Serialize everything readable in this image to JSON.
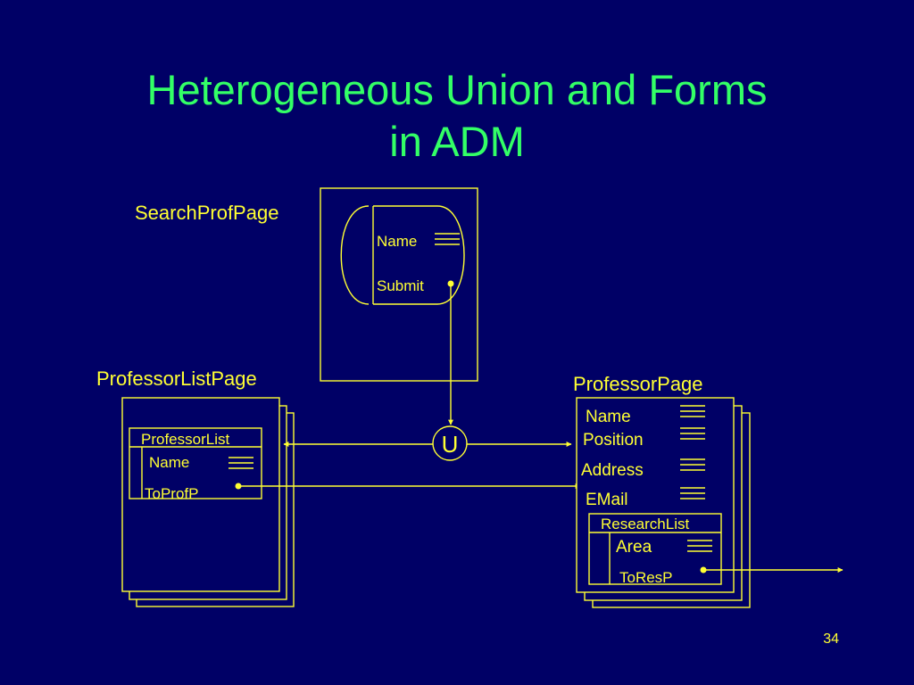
{
  "slide": {
    "title_line1": "Heterogeneous Union and Forms",
    "title_line2": "in ADM",
    "page_number": "34"
  },
  "colors": {
    "background": "#000066",
    "title": "#33ff66",
    "diagram": "#ffff33"
  },
  "diagram": {
    "search_page": {
      "label": "SearchProfPage",
      "fields": [
        "Name",
        "Submit"
      ]
    },
    "professor_list_page": {
      "label": "ProfessorListPage",
      "list_label": "ProfessorList",
      "fields": [
        "Name",
        "ToProfP"
      ]
    },
    "union": {
      "symbol": "U"
    },
    "professor_page": {
      "label": "ProfessorPage",
      "fields": [
        "Name",
        "Position",
        "Address",
        "EMail"
      ],
      "list_label": "ResearchList",
      "list_fields": [
        "Area",
        "ToResP"
      ]
    }
  }
}
